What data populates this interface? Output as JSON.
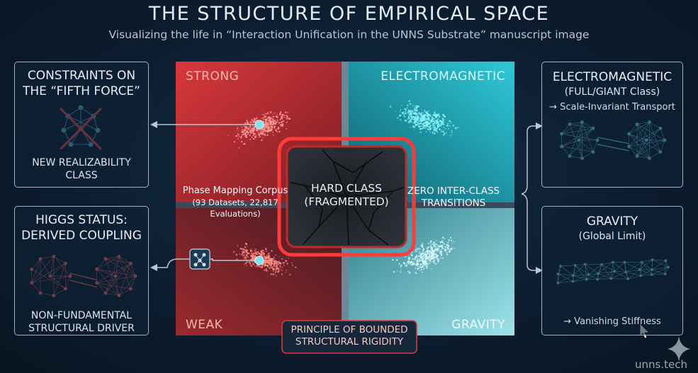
{
  "title": "THE STRUCTURE OF EMPIRICAL SPACE",
  "subtitle": "Visualizing the life in “Interaction Unification in the UNNS Substrate” manuscript image",
  "quadrants": {
    "strong": "STRONG",
    "electromagnetic": "ELECTROMAGNETIC",
    "weak": "WEAK",
    "gravity": "GRAVITY"
  },
  "center": {
    "hard_class_line1": "HARD CLASS",
    "hard_class_line2": "(FRAGMENTED)",
    "corpus_line1": "Phase Mapping Corpus",
    "corpus_line2": "(93 Datasets, 22,817 Evaluations)",
    "transitions_line1": "ZERO INTER-CLASS",
    "transitions_line2": "TRANSITIONS",
    "principle_line1": "PRINCIPLE OF BOUNDED",
    "principle_line2": "STRUCTURAL RIGIDITY"
  },
  "left_top": {
    "title_line1": "CONSTRAINTS ON",
    "title_line2": "THE “FIFTH FORCE”",
    "footer_line1": "NEW REALIZABILITY",
    "footer_line2": "CLASS"
  },
  "left_bottom": {
    "title_line1": "HIGGS STATUS:",
    "title_line2": "DERIVED COUPLING",
    "footer_line1": "NON-FUNDAMENTAL",
    "footer_line2": "STRUCTURAL DRIVER"
  },
  "right_top": {
    "title": "ELECTROMAGNETIC",
    "subtitle": "(FULL/GIANT Class)",
    "detail": "→ Scale-Invariant Transport"
  },
  "right_bottom": {
    "title": "GRAVITY",
    "subtitle": "(Global Limit)",
    "detail": "→ Vanishing Stiffness"
  },
  "watermark": "unns.tech",
  "colors": {
    "red": "#e8484a",
    "cyan": "#3fd6e6",
    "panel_border": "#9fb2c4",
    "background": "#0c1d30"
  }
}
